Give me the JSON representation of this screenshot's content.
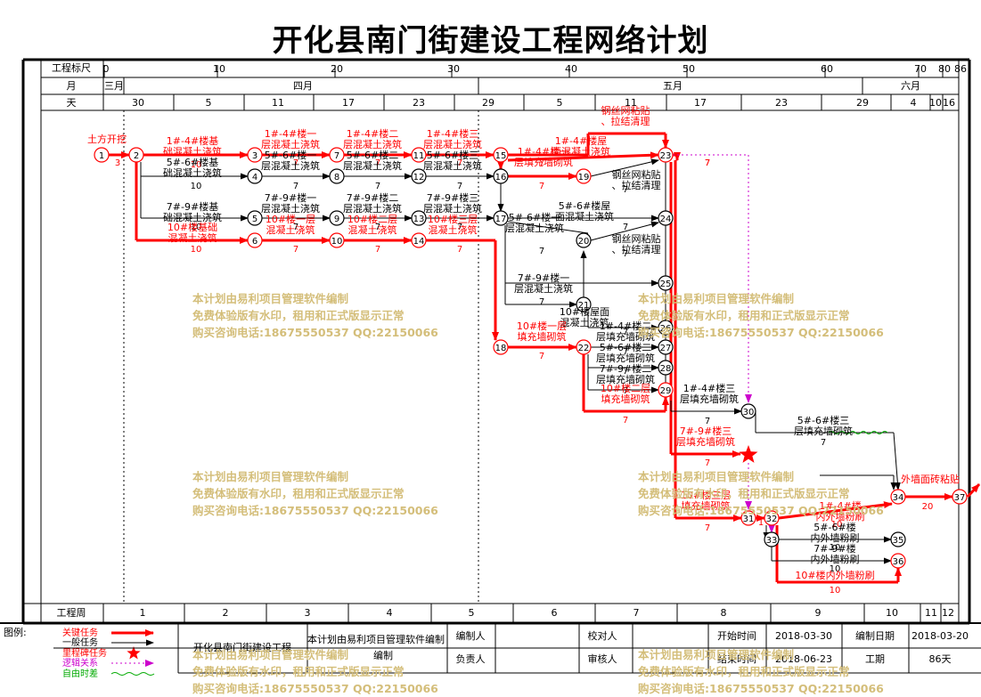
{
  "title": "开化县南门街建设工程网络计划",
  "scale": {
    "ruler_label": "工程标尺",
    "ruler_ticks": [
      "0",
      "10",
      "20",
      "30",
      "40",
      "50",
      "60",
      "70",
      "80",
      "86"
    ],
    "month_label": "月",
    "months": [
      "三月",
      "四月",
      "五月",
      "六月"
    ],
    "day_label": "天",
    "days": [
      "30",
      "5",
      "11",
      "17",
      "23",
      "29",
      "5",
      "11",
      "17",
      "23",
      "29",
      "4",
      "10",
      "16"
    ],
    "week_label": "工程周",
    "weeks": [
      "1",
      "2",
      "3",
      "4",
      "5",
      "6",
      "7",
      "8",
      "9",
      "10",
      "11",
      "12"
    ]
  },
  "nodes": [
    "1",
    "2",
    "3",
    "4",
    "5",
    "6",
    "7",
    "8",
    "9",
    "10",
    "11",
    "12",
    "13",
    "14",
    "15",
    "16",
    "17",
    "18",
    "19",
    "20",
    "21",
    "22",
    "23",
    "24",
    "25",
    "26",
    "27",
    "28",
    "29",
    "30",
    "31",
    "32",
    "33",
    "34",
    "35",
    "36",
    "37"
  ],
  "tasks": [
    {
      "name": "土方开挖",
      "dur": "3",
      "critical": true
    },
    {
      "name": "1#-4#楼基础混凝土浇筑",
      "dur": "10",
      "critical": true
    },
    {
      "name": "5#-6#楼基础混凝土浇筑",
      "dur": "10",
      "critical": false
    },
    {
      "name": "7#-9#楼基础混凝土浇筑",
      "dur": "10",
      "critical": false
    },
    {
      "name": "10#楼基础混凝土浇筑",
      "dur": "10",
      "critical": true
    },
    {
      "name": "1#-4#楼一层混凝土浇筑",
      "dur": "7",
      "critical": true
    },
    {
      "name": "1#-4#楼二层混凝土浇筑",
      "dur": "7",
      "critical": true
    },
    {
      "name": "1#-4#楼三层混凝土浇筑",
      "dur": "7",
      "critical": true
    },
    {
      "name": "5#-6#楼一层混凝土浇筑",
      "dur": "7",
      "critical": false
    },
    {
      "name": "5#-6#楼二层混凝土浇筑",
      "dur": "7",
      "critical": false
    },
    {
      "name": "5#-6#楼三层混凝土浇筑",
      "dur": "7",
      "critical": false
    },
    {
      "name": "7#-9#楼一层混凝土浇筑",
      "dur": "7",
      "critical": false
    },
    {
      "name": "7#-9#楼二层混凝土浇筑",
      "dur": "7",
      "critical": false
    },
    {
      "name": "7#-9#楼三层混凝土浇筑",
      "dur": "7",
      "critical": false
    },
    {
      "name": "10#楼一层混凝土浇筑",
      "dur": "7",
      "critical": true
    },
    {
      "name": "10#楼二层混凝土浇筑",
      "dur": "7",
      "critical": true
    },
    {
      "name": "10#楼三层混凝土浇筑",
      "dur": "7",
      "critical": true
    },
    {
      "name": "1#-4#楼屋面混凝土浇筑",
      "dur": "7",
      "critical": true
    },
    {
      "name": "1#-4#楼一层填充墙砌筑",
      "dur": "7",
      "critical": true
    },
    {
      "name": "钢丝网粘贴、拉结清理",
      "dur": "7",
      "critical": true
    },
    {
      "name": "5#-6#楼屋面混凝土浇筑",
      "dur": "7",
      "critical": false
    },
    {
      "name": "钢丝网粘贴、拉结清理",
      "dur": "7",
      "critical": false
    },
    {
      "name": "5#-6#楼一层混凝土浇筑",
      "dur": "7",
      "critical": false
    },
    {
      "name": "钢丝网粘贴、拉结清理",
      "dur": "7",
      "critical": false
    },
    {
      "name": "7#-9#楼一层混凝土浇筑",
      "dur": "7",
      "critical": false
    },
    {
      "name": "10#楼屋面混凝土浇筑",
      "dur": "7",
      "critical": false
    },
    {
      "name": "10#楼一层填充墙砌筑",
      "dur": "7",
      "critical": true
    },
    {
      "name": "1#-4#楼二层填充墙砌筑",
      "dur": "7",
      "critical": false
    },
    {
      "name": "5#-6#楼二层填充墙砌筑",
      "dur": "7",
      "critical": false
    },
    {
      "name": "7#-9#楼二层填充墙砌筑",
      "dur": "7",
      "critical": false
    },
    {
      "name": "10#楼二层填充墙砌筑",
      "dur": "7",
      "critical": true
    },
    {
      "name": "1#-4#楼三层填充墙砌筑",
      "dur": "7",
      "critical": false
    },
    {
      "name": "5#-6#楼三层填充墙砌筑",
      "dur": "7",
      "critical": false
    },
    {
      "name": "7#-9#楼三层填充墙砌筑",
      "dur": "7",
      "critical": true
    },
    {
      "name": "10#楼三层填充墙砌筑",
      "dur": "7",
      "critical": true
    },
    {
      "name": "1#-4#楼内外墙粉刷",
      "dur": "10",
      "critical": true
    },
    {
      "name": "5#-6#楼内外墙粉刷",
      "dur": "10",
      "critical": false
    },
    {
      "name": "7#-9#楼内外墙粉刷",
      "dur": "10",
      "critical": false
    },
    {
      "name": "10#楼内外墙粉刷",
      "dur": "10",
      "critical": true
    },
    {
      "name": "外墙面砖粘贴",
      "dur": "20",
      "critical": true
    }
  ],
  "float_labels": [
    "7",
    "1"
  ],
  "legend": {
    "title": "图例:",
    "items": [
      "关键任务",
      "一般任务",
      "里程碑任务",
      "逻辑关系",
      "自由时差"
    ]
  },
  "footer": {
    "project_name": "开化县南门街建设工程",
    "software_note": "本计划由易利项目管理软件编制",
    "editor_label": "编制人",
    "checker_label": "校对人",
    "start_label": "开始时间",
    "start_value": "2018-03-30",
    "compile_label": "编制日期",
    "compile_value": "2018-03-20",
    "owner_label": "负责人",
    "reviewer_label": "审核人",
    "end_label": "结束时间",
    "end_value": "2018-06-23",
    "duration_label": "工期",
    "duration_value": "86天"
  },
  "watermark": {
    "line1": "本计划由易利项目管理软件编制",
    "line2": "免费体验版有水印，租用和正式版显示正常",
    "line3": "购买咨询电话:18675550537 QQ:22150066"
  },
  "colors": {
    "critical": "#ff0000",
    "normal": "#000000",
    "logic": "#cc00cc",
    "float": "#00aa00",
    "watermark": "#d4be7a"
  }
}
